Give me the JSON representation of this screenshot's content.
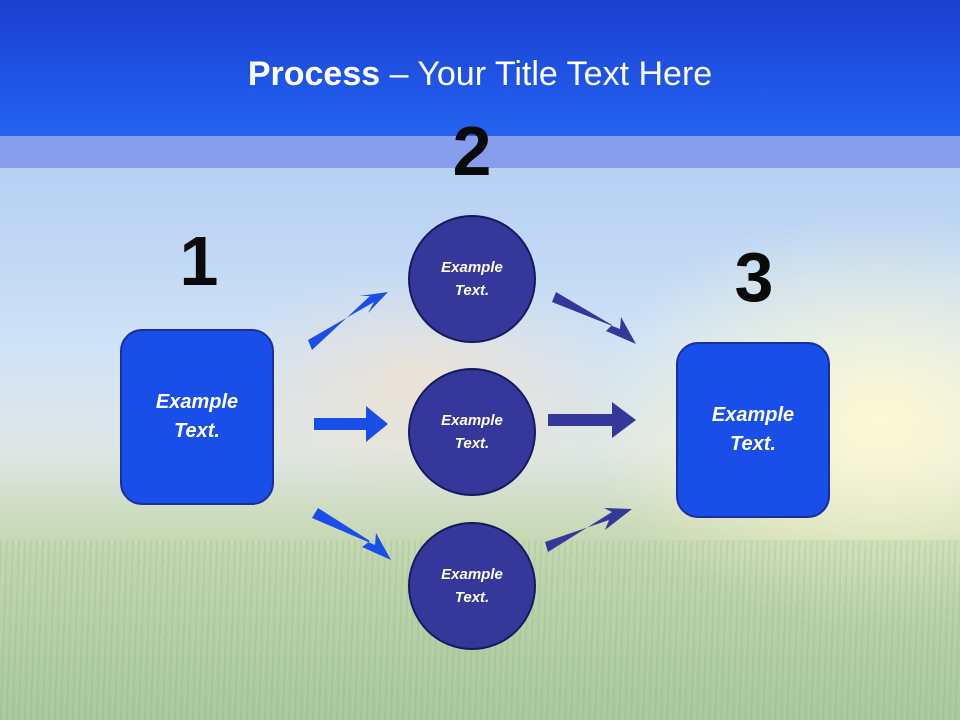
{
  "slide": {
    "title_bold": "Process",
    "title_rest": " – Your Title Text Here"
  },
  "steps": {
    "step1_number": "1",
    "step2_number": "2",
    "step3_number": "3"
  },
  "nodes": {
    "left_box": "Example\nText.",
    "circle_top": "Example\nText.",
    "circle_middle": "Example\nText.",
    "circle_bottom": "Example\nText.",
    "right_box": "Example\nText."
  },
  "colors": {
    "header": "#1f55e6",
    "box_fill": "#1a4ee8",
    "circle_fill": "#35389a",
    "arrow_left": "#1a4ee8",
    "arrow_right": "#35389a"
  }
}
